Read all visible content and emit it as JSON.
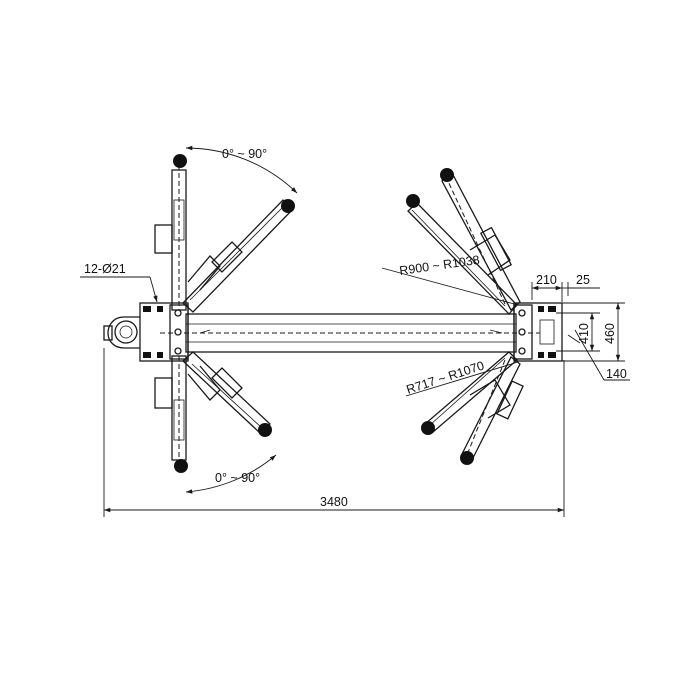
{
  "labels": {
    "angle_top": "0° ~ 90°",
    "angle_bottom": "0° ~ 90°",
    "holes": "12-Ø21",
    "radius_front": "R900 ~ R1038",
    "radius_rear": "R717 ~ R1070",
    "overall_width": "3480",
    "dim_210": "210",
    "dim_25": "25",
    "dim_410": "410",
    "dim_460": "460",
    "dim_140": "140"
  },
  "colors": {
    "line": "#1a1a1a",
    "background": "#ffffff"
  }
}
